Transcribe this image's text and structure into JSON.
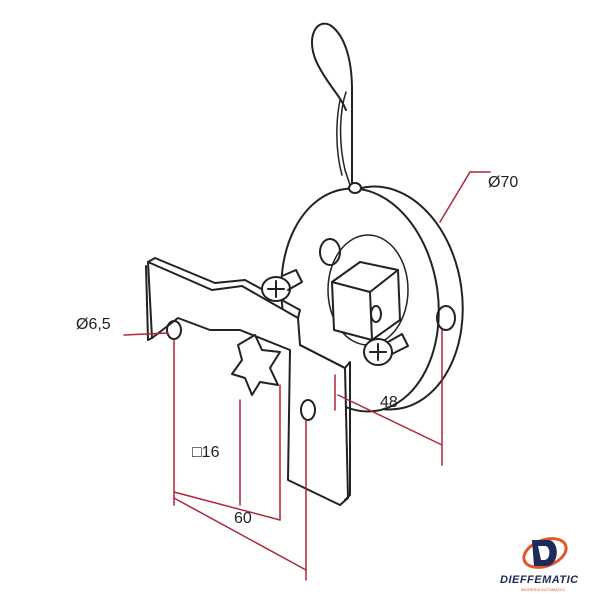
{
  "dimensions": {
    "disc_diameter": "Ø70",
    "hole_diameter": "Ø6,5",
    "square": "□16",
    "width": "60",
    "offset": "48"
  },
  "logo": {
    "name": "DIEFFEMATIC",
    "tagline": "INGRESSI AUTOMATICI"
  },
  "colors": {
    "dimension": "#b3243a",
    "line": "#222222",
    "logo_blue": "#1f2a5c",
    "logo_orange": "#e0572a"
  }
}
